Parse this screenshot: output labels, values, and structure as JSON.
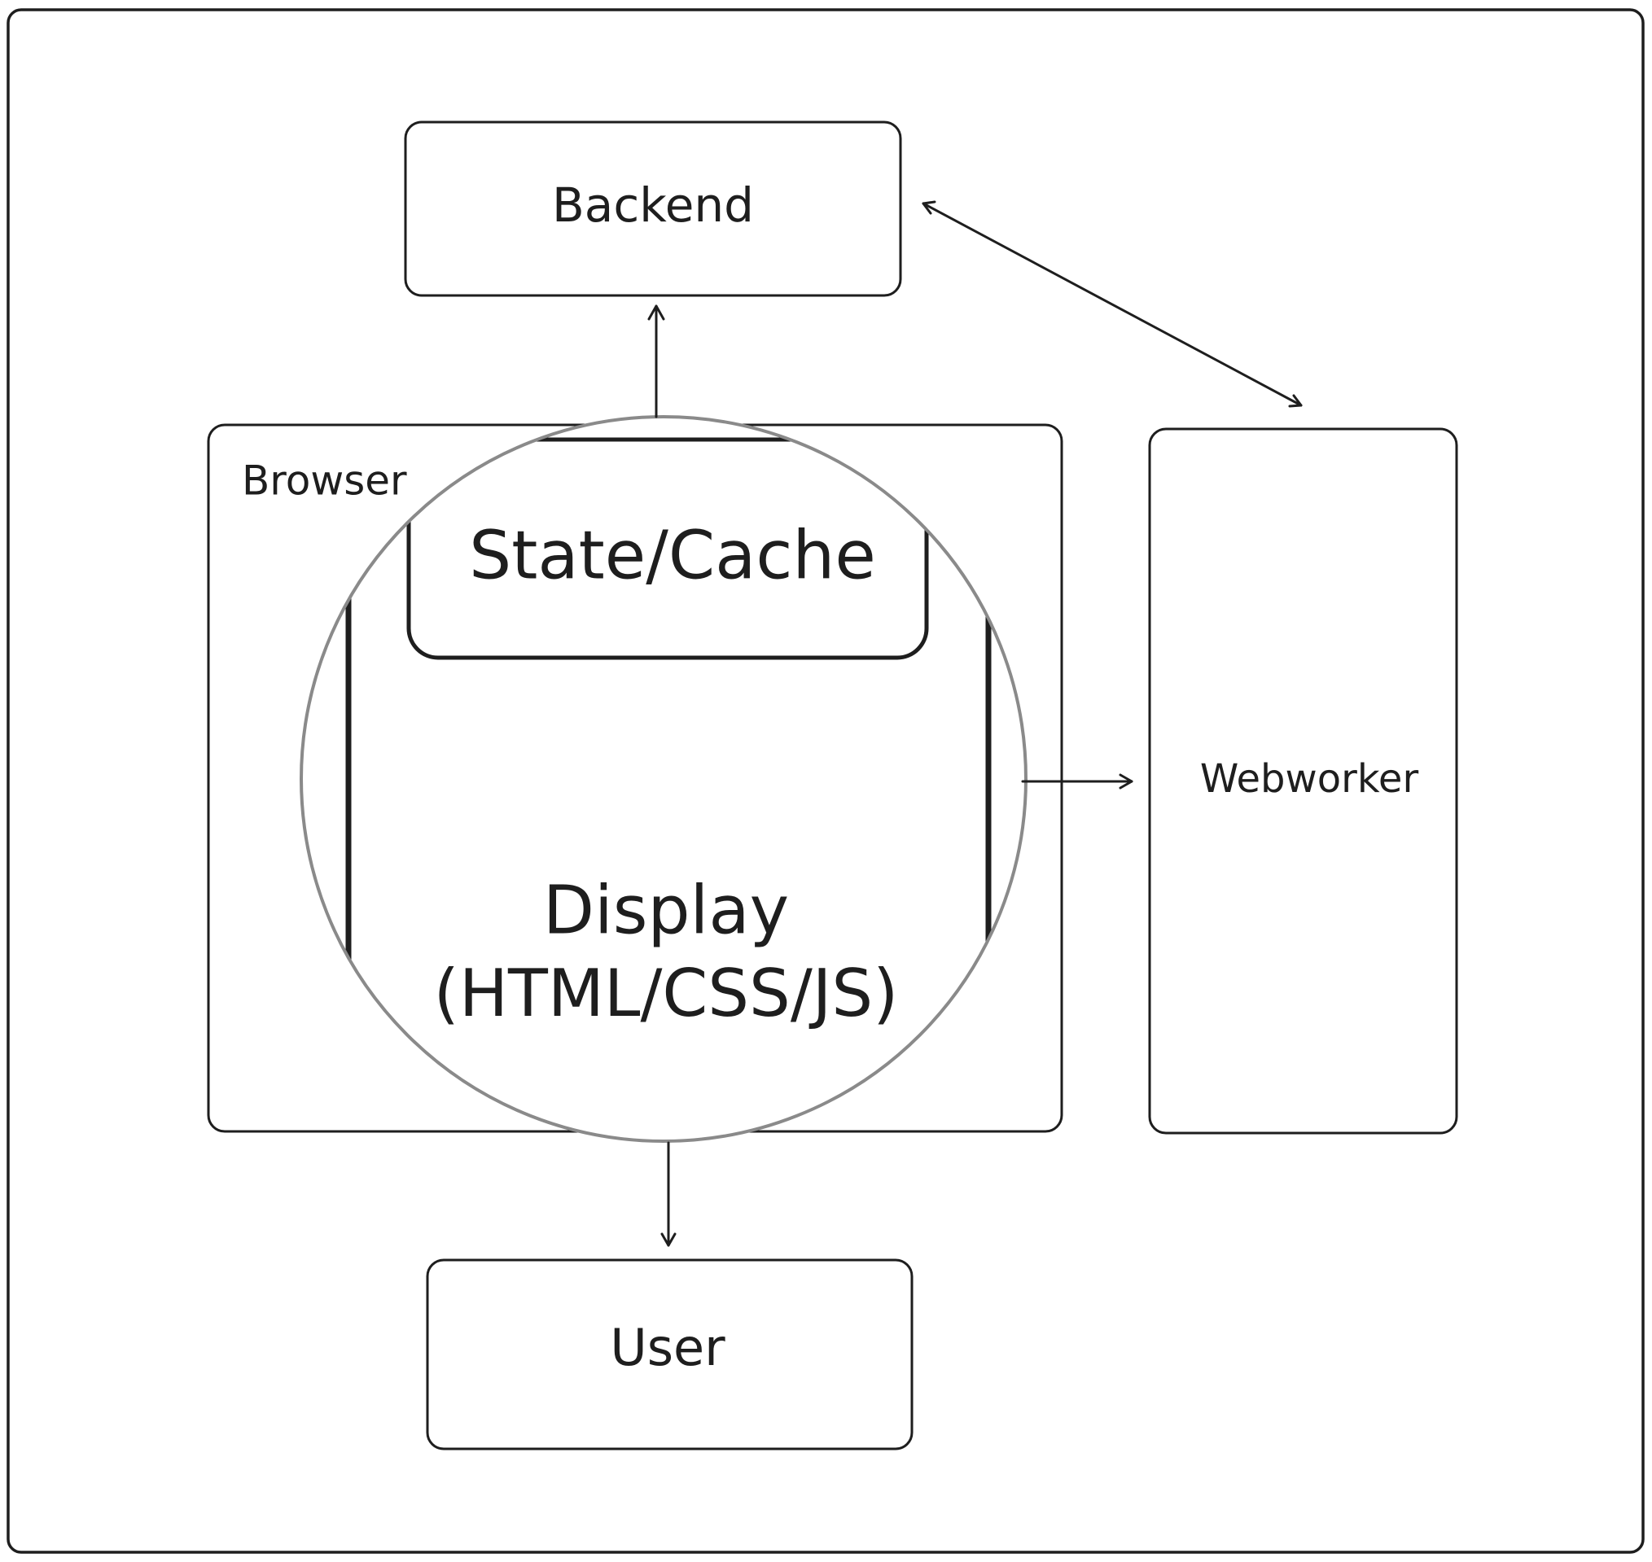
{
  "diagram": {
    "nodes": {
      "backend": "Backend",
      "browser": "Browser",
      "state_cache": "State/Cache",
      "display_line1": "Display",
      "display_line2": "(HTML/CSS/JS)",
      "webworker": "Webworker",
      "user": "User"
    },
    "edges": [
      {
        "from": "Browser",
        "to": "Backend",
        "direction": "one-way"
      },
      {
        "from": "Backend",
        "to": "Webworker",
        "direction": "two-way"
      },
      {
        "from": "Browser",
        "to": "Webworker",
        "direction": "one-way"
      },
      {
        "from": "Browser",
        "to": "User",
        "direction": "one-way"
      }
    ],
    "colors": {
      "stroke": "#1e1e1e",
      "magnifier_ring": "#8a8a8a",
      "background": "#ffffff"
    }
  }
}
